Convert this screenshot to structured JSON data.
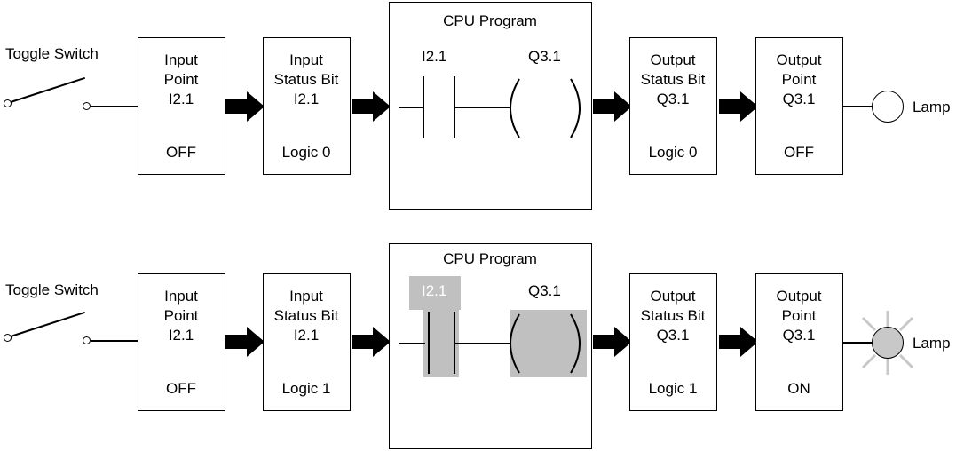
{
  "colors": {
    "line": "#000000",
    "highlight": "#c0c0c0",
    "lamp_on": "#c8c8c8",
    "ray": "#c8c8c8"
  },
  "rows": [
    {
      "switch_label": "Toggle Switch",
      "input_point": {
        "l1": "Input",
        "l2": "Point",
        "l3": "I2.1",
        "state": "OFF"
      },
      "input_status": {
        "l1": "Input",
        "l2": "Status Bit",
        "l3": "I2.1",
        "state": "Logic 0"
      },
      "cpu": {
        "title": "CPU Program",
        "contact": "I2.1",
        "coil": "Q3.1"
      },
      "output_status": {
        "l1": "Output",
        "l2": "Status Bit",
        "l3": "Q3.1",
        "state": "Logic 0"
      },
      "output_point": {
        "l1": "Output",
        "l2": "Point",
        "l3": "Q3.1",
        "state": "OFF"
      },
      "lamp_label": "Lamp",
      "lamp_on": false
    },
    {
      "switch_label": "Toggle Switch",
      "input_point": {
        "l1": "Input",
        "l2": "Point",
        "l3": "I2.1",
        "state": "OFF"
      },
      "input_status": {
        "l1": "Input",
        "l2": "Status Bit",
        "l3": "I2.1",
        "state": "Logic 1"
      },
      "cpu": {
        "title": "CPU Program",
        "contact": "I2.1",
        "coil": "Q3.1"
      },
      "output_status": {
        "l1": "Output",
        "l2": "Status Bit",
        "l3": "Q3.1",
        "state": "Logic 1"
      },
      "output_point": {
        "l1": "Output",
        "l2": "Point",
        "l3": "Q3.1",
        "state": "ON"
      },
      "lamp_label": "Lamp",
      "lamp_on": true
    }
  ]
}
